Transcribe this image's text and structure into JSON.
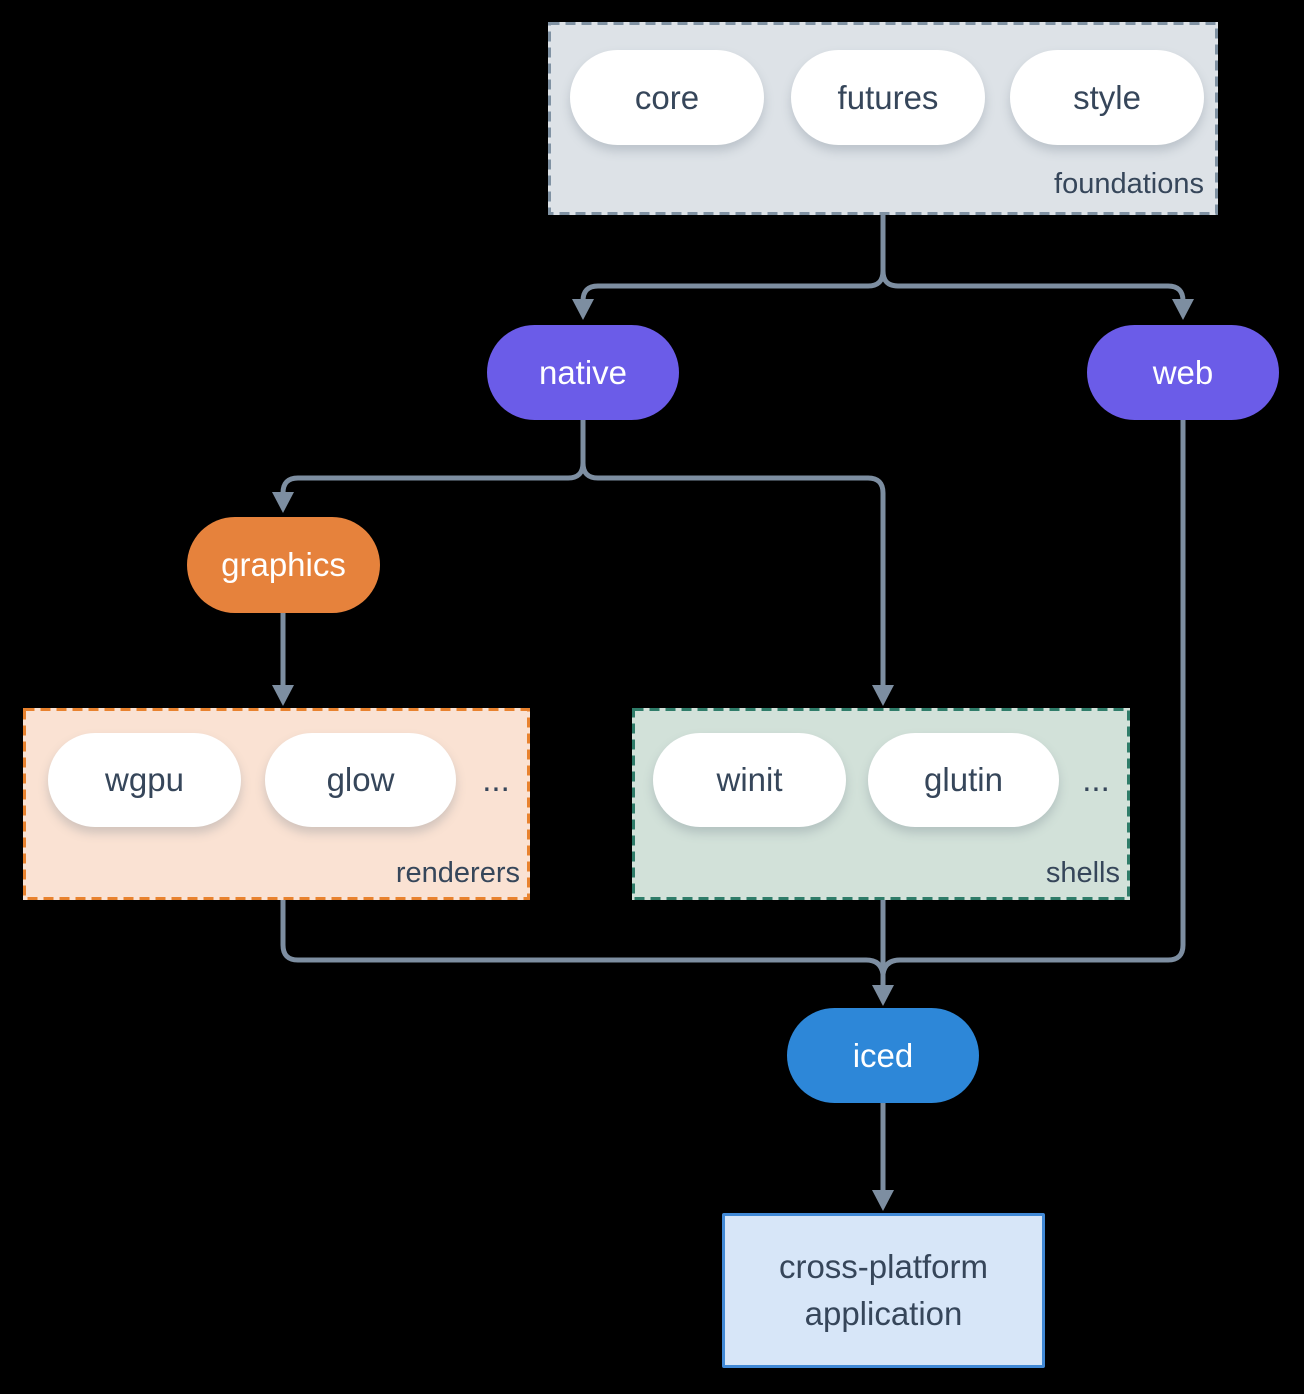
{
  "diagram": {
    "foundations": {
      "label": "foundations",
      "pills": {
        "core": "core",
        "futures": "futures",
        "style": "style"
      }
    },
    "native": "native",
    "web": "web",
    "graphics": "graphics",
    "renderers": {
      "label": "renderers",
      "pills": {
        "wgpu": "wgpu",
        "glow": "glow"
      },
      "more": "..."
    },
    "shells": {
      "label": "shells",
      "pills": {
        "winit": "winit",
        "glutin": "glutin"
      },
      "more": "..."
    },
    "iced": "iced",
    "application": {
      "line1": "cross-platform",
      "line2": "application"
    }
  },
  "colors": {
    "background": "#000000",
    "edge": "#7d8ea1",
    "foundations_fill": "#dde2e7",
    "foundations_border": "#8092a3",
    "purple_pill": "#6b5ce8",
    "orange_pill": "#e6823c",
    "blue_pill": "#2d87d8",
    "renderers_fill": "#fae2d3",
    "renderers_border": "#e8822e",
    "shells_fill": "#d2e1d9",
    "shells_border": "#2f7c69",
    "application_fill": "#d7e6f8",
    "application_border": "#4189d6",
    "dark_text": "#36465a",
    "light_text": "#ffffff"
  }
}
